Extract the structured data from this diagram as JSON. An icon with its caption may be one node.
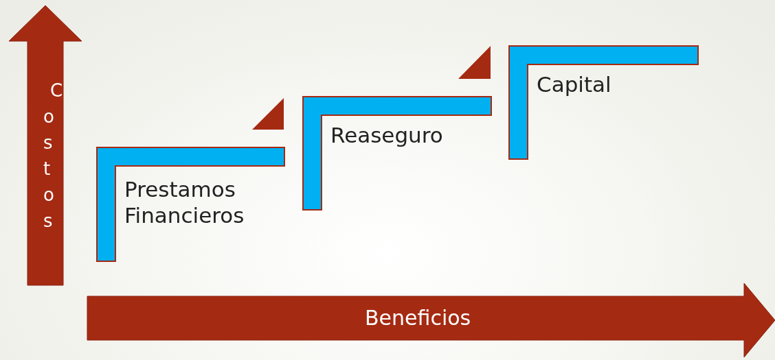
{
  "diagram": {
    "nodes": [
      {
        "text": [
          "Costos"
        ]
      },
      {
        "text": [
          "Beneficios"
        ]
      },
      {
        "text": [
          "Prestamos Financieros"
        ]
      },
      {
        "text": [
          "Reaseguro"
        ]
      },
      {
        "text": [
          "Capital"
        ]
      }
    ]
  }
}
